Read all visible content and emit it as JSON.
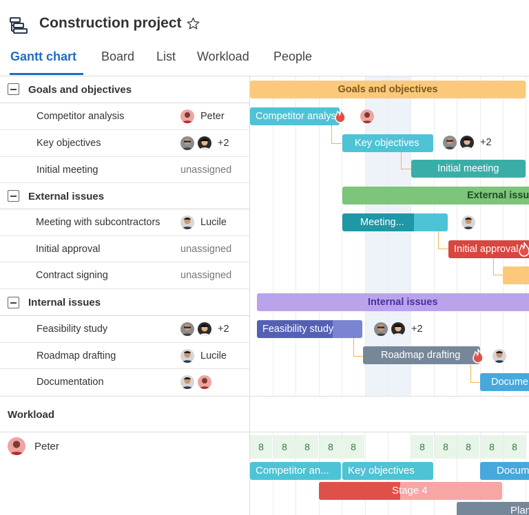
{
  "header": {
    "title": "Construction project",
    "icon": "gantt-project-icon"
  },
  "tabs": [
    {
      "label": "Gantt chart",
      "active": true
    },
    {
      "label": "Board",
      "active": false
    },
    {
      "label": "List",
      "active": false
    },
    {
      "label": "Workload",
      "active": false
    },
    {
      "label": "People",
      "active": false
    }
  ],
  "groups": [
    {
      "name": "Goals and objectives",
      "bar_label": "Goals and objectives",
      "color": "#fcc97a",
      "tasks": [
        {
          "name": "Competitor analysis",
          "assignee": "Peter",
          "bar_label": "Competitor analysis",
          "color": "#4ec3d6"
        },
        {
          "name": "Key objectives",
          "assignee": "",
          "extra": "+2",
          "bar_label": "Key objectives",
          "color": "#4ec3d6"
        },
        {
          "name": "Initial meeting",
          "assignee": "unassigned",
          "bar_label": "Initial meeting",
          "color": "#3aaea6"
        }
      ]
    },
    {
      "name": "External issues",
      "bar_label": "External issues",
      "color": "#7cc57a",
      "tasks": [
        {
          "name": "Meeting with subcontractors",
          "assignee": "Lucile",
          "bar_label": "Meeting...",
          "color": "#1f97a6"
        },
        {
          "name": "Initial approval",
          "assignee": "unassigned",
          "bar_label": "Initial approval",
          "color": "#d9453f"
        },
        {
          "name": "Contract signing",
          "assignee": "unassigned",
          "bar_label": "",
          "color": "#fcc97a"
        }
      ]
    },
    {
      "name": "Internal issues",
      "bar_label": "Internal issues",
      "color": "#b9a4ec",
      "tasks": [
        {
          "name": "Feasibility study",
          "assignee": "",
          "extra": "+2",
          "bar_label": "Feasibility study",
          "color": "#5560b5"
        },
        {
          "name": "Roadmap drafting",
          "assignee": "Lucile",
          "bar_label": "Roadmap drafting",
          "color": "#76879a"
        },
        {
          "name": "Documentation",
          "assignee": "",
          "bar_label": "Documentation",
          "color": "#46a8dd"
        }
      ]
    }
  ],
  "workload": {
    "title": "Workload",
    "person": "Peter",
    "hours": [
      "8",
      "8",
      "8",
      "8",
      "8",
      "",
      "",
      "8",
      "8",
      "8",
      "8",
      "8"
    ],
    "bars": [
      {
        "label": "Competitor an...",
        "color": "#4ec3d6"
      },
      {
        "label": "Key objectives",
        "color": "#4ec3d6"
      },
      {
        "label": "Documentation",
        "color": "#46a8dd"
      },
      {
        "label": "Stage 4",
        "color": "#e0504a"
      },
      {
        "label": "Plan",
        "color": "#76879a"
      }
    ]
  },
  "colors": {
    "accent": "#1f6ec0",
    "overdue": "#e0504a",
    "connector": "#f2b44a"
  }
}
